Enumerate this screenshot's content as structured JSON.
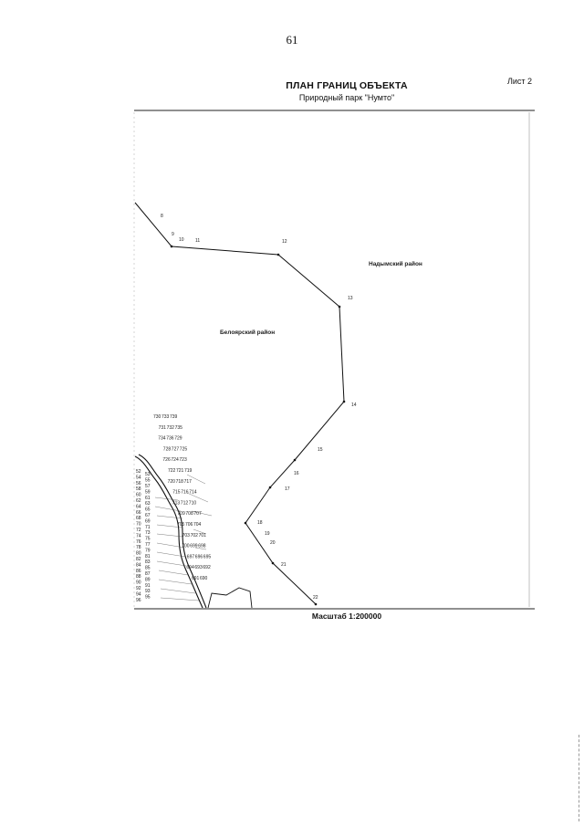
{
  "page": {
    "number": "61"
  },
  "header": {
    "title": "ПЛАН ГРАНИЦ ОБЪЕКТА",
    "subtitle": "Природный парк \"Нумто\"",
    "sheet": "Лист 2"
  },
  "map": {
    "regions": {
      "nadym": "Надымский район",
      "beloyarsk": "Белоярский район"
    },
    "points": [
      "8",
      "9",
      "10",
      "11",
      "12",
      "13",
      "14",
      "15",
      "16",
      "17",
      "18",
      "19",
      "20",
      "21",
      "22"
    ],
    "cluster_points": [
      "730",
      "733",
      "739",
      "731",
      "732",
      "735",
      "734",
      "736",
      "729",
      "728",
      "727",
      "725",
      "726",
      "724",
      "723",
      "722",
      "721",
      "719",
      "720",
      "718",
      "717",
      "715",
      "716",
      "714",
      "713",
      "712",
      "710",
      "709",
      "708",
      "707",
      "705",
      "706",
      "704",
      "703",
      "702",
      "701",
      "700",
      "699",
      "698",
      "697",
      "696",
      "695",
      "694",
      "693",
      "692",
      "691",
      "690"
    ],
    "coast_points": [
      "52",
      "53",
      "54",
      "55",
      "56",
      "57",
      "58",
      "59",
      "60",
      "61",
      "62",
      "63",
      "64",
      "65",
      "66",
      "67",
      "68",
      "69",
      "70",
      "71",
      "72",
      "73",
      "74",
      "75",
      "76",
      "77",
      "78",
      "79",
      "80",
      "81",
      "82",
      "83",
      "84",
      "85",
      "86",
      "87",
      "88",
      "89",
      "90",
      "91",
      "92",
      "93",
      "94",
      "95",
      "96"
    ]
  },
  "footer": {
    "scale": "Масштаб 1:200000"
  }
}
